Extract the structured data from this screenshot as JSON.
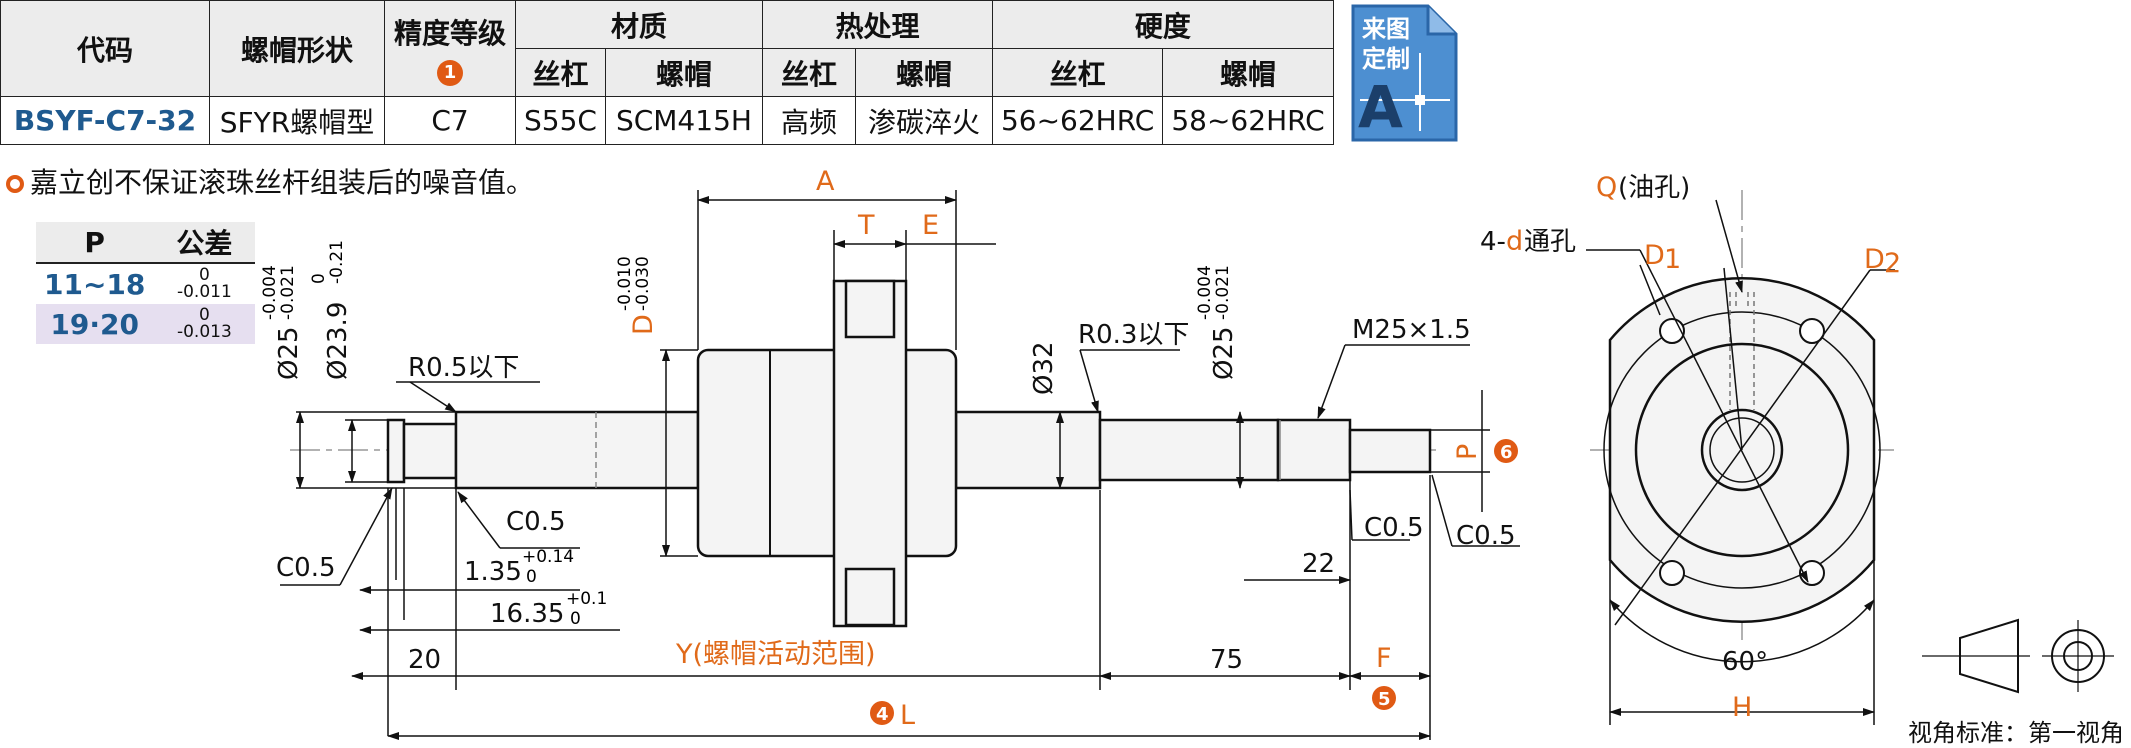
{
  "table": {
    "headers": {
      "code": "代码",
      "nut_shape": "螺帽形状",
      "precision": "精度等级",
      "precision_num": "1",
      "material": "材质",
      "heat": "热处理",
      "hardness": "硬度",
      "screw": "丝杠",
      "nut": "螺帽"
    },
    "row": {
      "code": "BSYF-C7-32",
      "nut_shape": "SFYR螺帽型",
      "precision": "C7",
      "mat_screw": "S55C",
      "mat_nut": "SCM415H",
      "heat_screw": "高频",
      "heat_nut": "渗碳淬火",
      "hard_screw": "56~62HRC",
      "hard_nut": "58~62HRC"
    }
  },
  "badge": {
    "line1": "来图",
    "line2": "定制",
    "letter": "A",
    "color": "#4d8fd1"
  },
  "note": "嘉立创不保证滚珠丝杆组装后的噪音值。",
  "tolerance": {
    "h_p": "P",
    "h_tol": "公差",
    "rows": [
      {
        "p": "11~18",
        "upper": "0",
        "lower": "-0.011"
      },
      {
        "p": "19·20",
        "upper": "0",
        "lower": "-0.013"
      }
    ]
  },
  "drawing": {
    "A": "A",
    "T": "T",
    "E": "E",
    "D_label": "D",
    "D_tol_u": "-0.010",
    "D_tol_l": "-0.030",
    "d25_left": "Ø25",
    "d25_left_u": "-0.004",
    "d25_left_l": "-0.021",
    "d239": "Ø23.9",
    "d239_u": "0",
    "d239_l": "-0.21",
    "r05": "R0.5以下",
    "r03": "R0.3以下",
    "c05": "C0.5",
    "w135": "1.35",
    "w135_u": "+0.14",
    "w135_l": "0",
    "w1635": "16.35",
    "w1635_u": "+0.1",
    "w1635_l": "0",
    "d20": "20",
    "Y": "Y(螺帽活动范围)",
    "d75": "75",
    "F": "F",
    "d22": "22",
    "L": "L",
    "L_num": "4",
    "F_num": "5",
    "P_num": "6",
    "d32": "Ø32",
    "d25_right": "Ø25",
    "d25_right_u": "-0.004",
    "d25_right_l": "-0.021",
    "m25": "M25×1.5",
    "P": "P",
    "Q": "Q",
    "Q_text": "(油孔)",
    "holes_pre": "4-",
    "holes_d": "d",
    "holes_post": "通孔",
    "D1": "D",
    "D1_sub": "1",
    "D2": "D",
    "D2_sub": "2",
    "angle": "60°",
    "H": "H"
  },
  "view_label": "视角标准：第一视角",
  "colors": {
    "accent": "#e06a1a",
    "code_blue": "#1f5a8f"
  }
}
